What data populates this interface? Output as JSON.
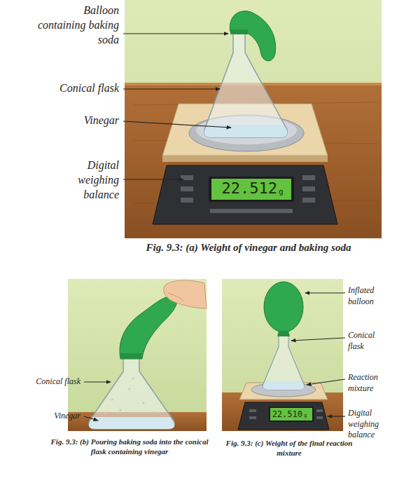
{
  "diagram": {
    "labels": [
      "Balloon containing baking soda",
      "Conical flask",
      "Vinegar",
      "Digital weighing balance",
      "22.512",
      "g",
      "Fig. 9.3: (a) Weight of vinegar and baking soda",
      "Conical flask",
      "Vinegar",
      "Fig. 9.3: (b) Pouring baking soda into the conical flask containing vinegar",
      "Inflated balloon",
      "Conical flask",
      "Reaction mixture",
      "Digital weighing balance",
      "22.510",
      "g",
      "Fig. 9.3: (c) Weight of the final reaction mixture"
    ]
  }
}
